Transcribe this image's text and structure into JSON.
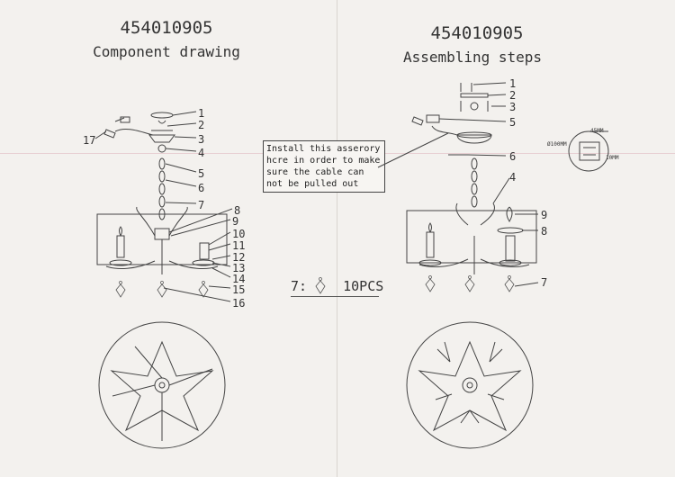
{
  "left": {
    "code": "454010905",
    "heading": "Component drawing",
    "callouts": [
      "1",
      "2",
      "3",
      "4",
      "5",
      "6",
      "7",
      "8",
      "9",
      "10",
      "11",
      "12",
      "13",
      "14",
      "15",
      "16",
      "17"
    ]
  },
  "right": {
    "code": "454010905",
    "heading": "Assembling steps",
    "callouts": [
      "1",
      "2",
      "3",
      "5",
      "6",
      "4",
      "9",
      "8",
      "7"
    ]
  },
  "note": "Install this asserory\nhcre in order to make\nsure the cable can\nnot be pulled out",
  "pieces": {
    "label": "7:",
    "count": "10PCS"
  },
  "detail_dims": [
    "45MM",
    "Ø100MM",
    "10MM"
  ]
}
